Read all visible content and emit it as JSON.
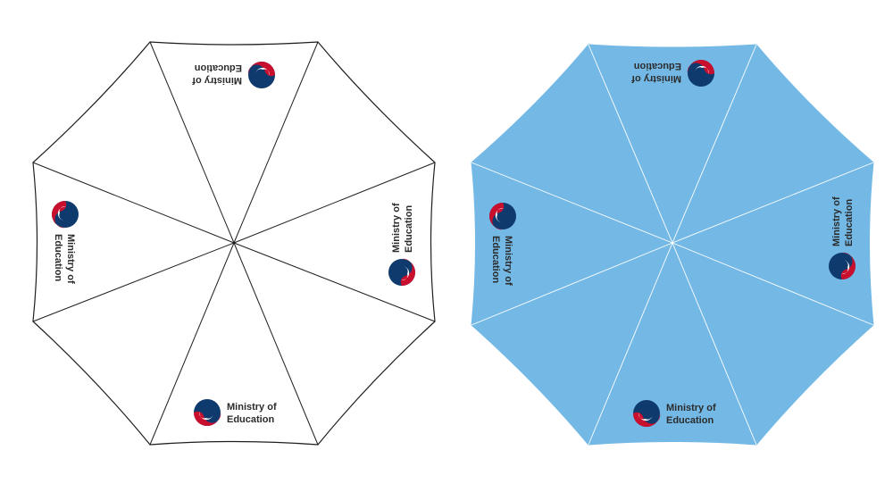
{
  "umbrellas": [
    {
      "id": "white",
      "canopy_color": "#ffffff",
      "panel_line_color": "#1f1f1f",
      "outline_color": "#1f1f1f"
    },
    {
      "id": "blue",
      "canopy_color": "#74b9e6",
      "panel_line_color": "#ffffff",
      "outline_color": "#74b9e6"
    }
  ],
  "logo": {
    "text_line_1": "Ministry of",
    "text_line_2": "Education",
    "emblem_colors": {
      "navy": "#0f3a6e",
      "red": "#c8102e"
    }
  }
}
